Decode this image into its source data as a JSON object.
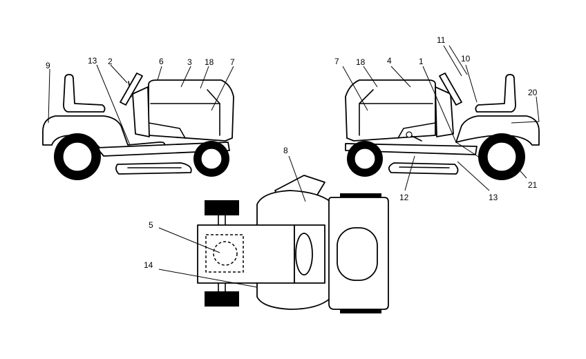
{
  "callouts": {
    "left_view": [
      "9",
      "13",
      "2",
      "6",
      "3",
      "18",
      "7"
    ],
    "right_view": [
      "7",
      "18",
      "4",
      "1",
      "11",
      "10",
      "20",
      "21",
      "13",
      "12"
    ],
    "top_view": [
      "8",
      "5",
      "14"
    ]
  }
}
